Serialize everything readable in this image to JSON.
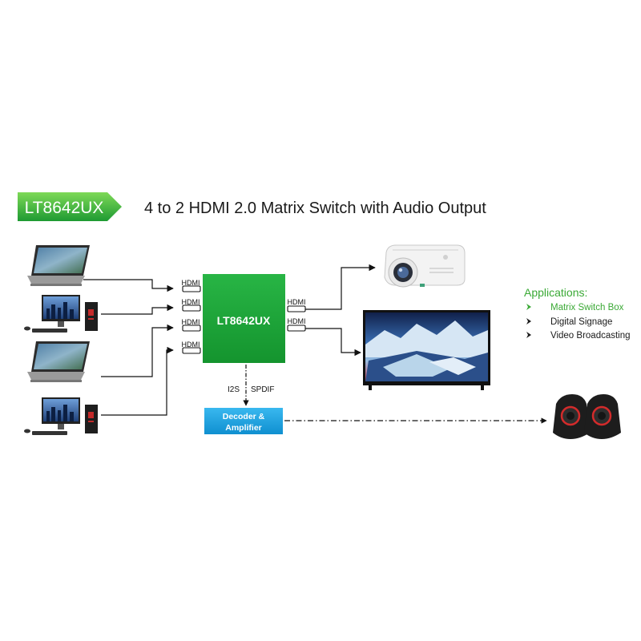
{
  "badge": "LT8642UX",
  "title": "4 to 2 HDMI 2.0 Matrix Switch with Audio Output",
  "chip_label": "LT8642UX",
  "port_label": "HDMI",
  "inputs": [
    {
      "device": "laptop",
      "port": "HDMI"
    },
    {
      "device": "desktop",
      "port": "HDMI"
    },
    {
      "device": "laptop",
      "port": "HDMI"
    },
    {
      "device": "desktop",
      "port": "HDMI"
    }
  ],
  "outputs": [
    {
      "device": "projector",
      "port": "HDMI"
    },
    {
      "device": "tv",
      "port": "HDMI"
    }
  ],
  "audio_link": {
    "left": "I2S",
    "right": "SPDIF"
  },
  "decoder": {
    "line1": "Decoder &",
    "line2": "Amplifier"
  },
  "applications": {
    "heading": "Applications:",
    "items": [
      "Matrix Switch Box",
      "Digital Signage",
      "Video Broadcasting"
    ]
  },
  "colors": {
    "green": "#1fa83a",
    "blue": "#1aa3e0",
    "app_green": "#3aa935",
    "text": "#1a1a1a"
  },
  "icons": {
    "bullet": "arrowhead-bullet-icon",
    "port": "hdmi-port-icon"
  }
}
